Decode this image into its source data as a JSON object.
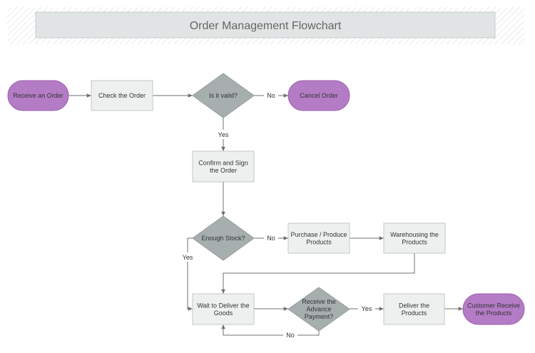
{
  "title": "Order Management Flowchart",
  "colors": {
    "terminal_fill": "#b57cc6",
    "terminal_stroke": "#9a5fae",
    "process_fill": "#eef0f0",
    "process_stroke": "#c3c7c7",
    "decision_fill": "#a7aeae",
    "decision_stroke": "#939a9a",
    "connector": "#707070",
    "header_fill": "#e1e4e4",
    "header_text": "#666666",
    "text": "#333333"
  },
  "nodes": {
    "receive_order": {
      "label": [
        "Receive an Order"
      ]
    },
    "check_order": {
      "label": [
        "Check the Order"
      ]
    },
    "is_valid": {
      "label": [
        "Is it valid?"
      ]
    },
    "cancel_order": {
      "label": [
        "Cancel Order"
      ]
    },
    "confirm_sign": {
      "label": [
        "Confirm and Sign",
        "the Order"
      ]
    },
    "enough_stock": {
      "label": [
        "Enough Stock?"
      ]
    },
    "purchase_produce": {
      "label": [
        "Purchase / Produce",
        "Products"
      ]
    },
    "warehousing": {
      "label": [
        "Warehousing the",
        "Products"
      ]
    },
    "wait_deliver": {
      "label": [
        "Wait to Deliver the",
        "Goods"
      ]
    },
    "advance_payment": {
      "label": [
        "Receive the",
        "Advance",
        "Payment?"
      ]
    },
    "deliver_products": {
      "label": [
        "Deliver the",
        "Products"
      ]
    },
    "customer_receive": {
      "label": [
        "Customer Receive",
        "the Products"
      ]
    }
  },
  "edges": {
    "valid_no": "No",
    "valid_yes": "Yes",
    "stock_no": "No",
    "stock_yes": "Yes",
    "payment_yes": "Yes",
    "payment_no": "No"
  }
}
